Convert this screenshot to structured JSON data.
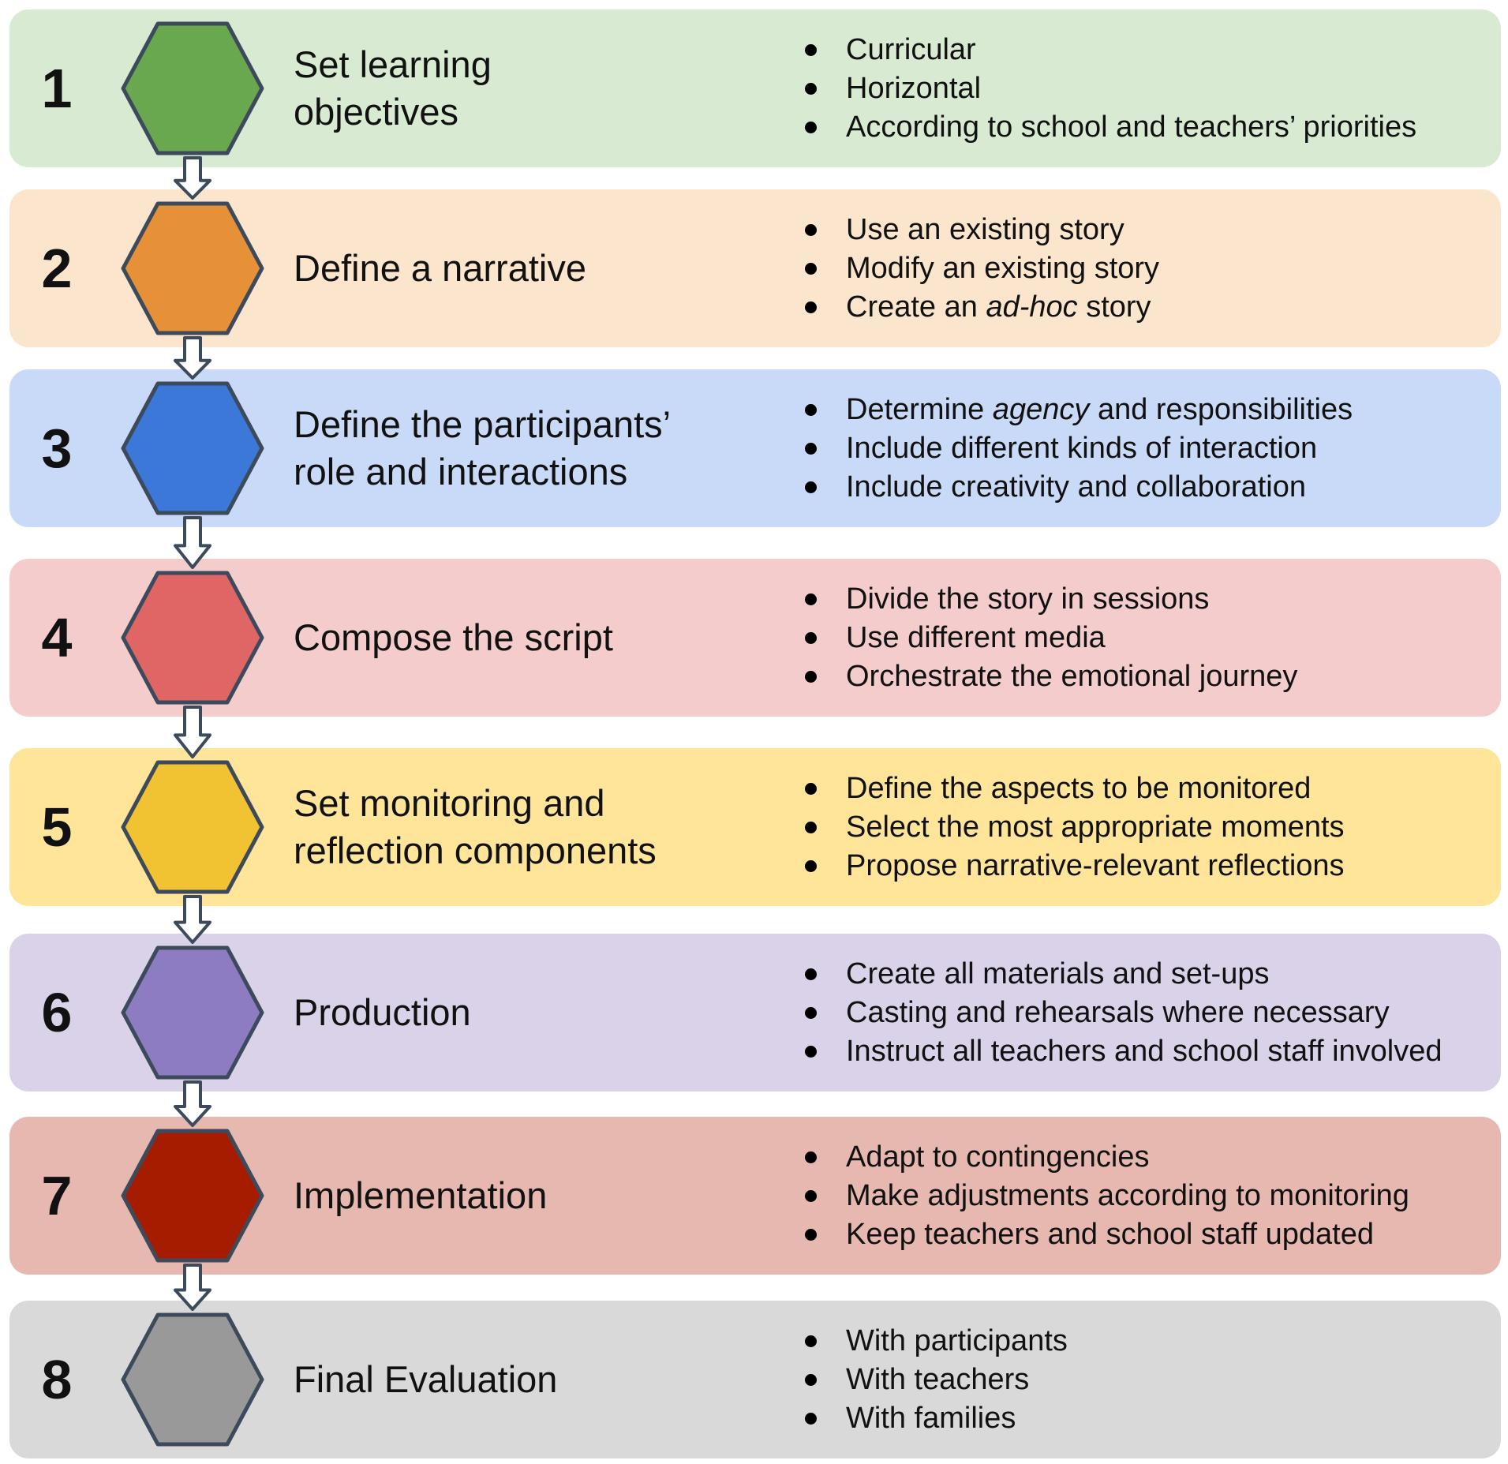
{
  "steps": [
    {
      "number": "1",
      "title": "Set learning\nobjectives",
      "bg": "#d9ead3",
      "hex": "#6aa84f",
      "bullets": [
        "Curricular",
        "Horizontal",
        "According to school and teachers’ priorities"
      ]
    },
    {
      "number": "2",
      "title": "Define a narrative",
      "bg": "#fce5cd",
      "hex": "#e69138",
      "bullets": [
        "Use an existing story",
        "Modify an existing story",
        "Create an ad-hoc story"
      ]
    },
    {
      "number": "3",
      "title": "Define the participants’\nrole and interactions",
      "bg": "#c9daf8",
      "hex": "#3c78d8",
      "bullets": [
        "Determine agency and responsibilities",
        "Include different kinds of interaction",
        "Include creativity and collaboration"
      ]
    },
    {
      "number": "4",
      "title": "Compose the script",
      "bg": "#f4cccc",
      "hex": "#e06666",
      "bullets": [
        "Divide the story in sessions",
        "Use different media",
        "Orchestrate the emotional journey"
      ]
    },
    {
      "number": "5",
      "title": "Set monitoring and\nreflection components",
      "bg": "#ffe599",
      "hex": "#f1c232",
      "bullets": [
        "Define the aspects to be monitored",
        "Select the most appropriate moments",
        "Propose narrative-relevant reflections"
      ]
    },
    {
      "number": "6",
      "title": "Production",
      "bg": "#d9d2e9",
      "hex": "#8e7cc3",
      "bullets": [
        "Create all materials and set-ups",
        "Casting and rehearsals where necessary",
        "Instruct all teachers and school staff involved"
      ]
    },
    {
      "number": "7",
      "title": "Implementation",
      "bg": "#e6b8af",
      "hex": "#a61c00",
      "bullets": [
        "Adapt to contingencies",
        "Make adjustments according to monitoring",
        "Keep teachers and school staff updated"
      ]
    },
    {
      "number": "8",
      "title": "Final Evaluation",
      "bg": "#d9d9d9",
      "hex": "#999999",
      "bullets": [
        "With participants",
        "With teachers",
        "With families"
      ]
    }
  ],
  "colors": {
    "hex_outline": "#3d4a5c",
    "arrow_fill": "#ffffff",
    "arrow_outline": "#3d4a5c"
  }
}
